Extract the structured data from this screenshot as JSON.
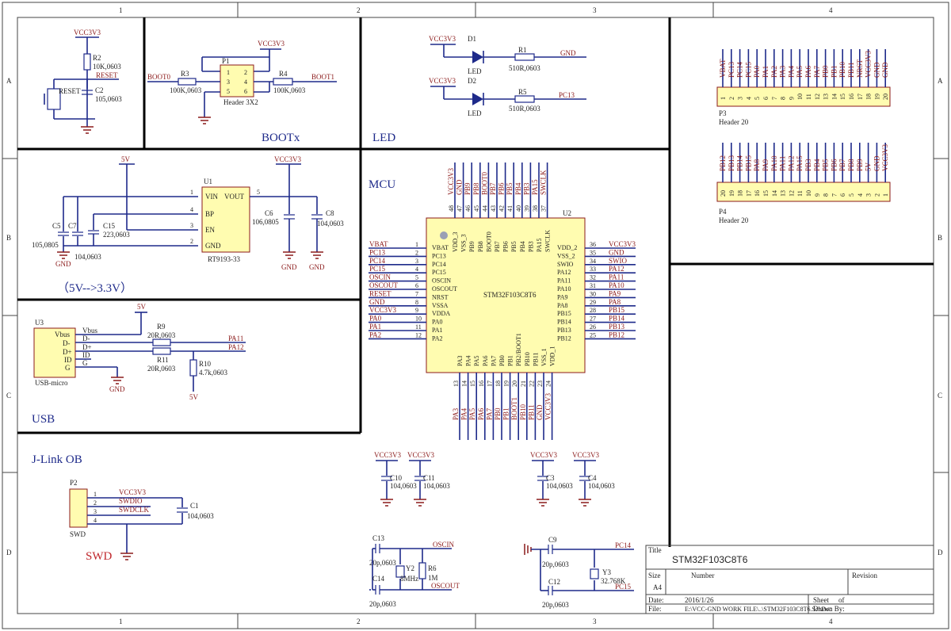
{
  "border": {
    "cols": [
      "1",
      "2",
      "3",
      "4"
    ],
    "rows": [
      "A",
      "B",
      "C",
      "D"
    ]
  },
  "sections": {
    "boot": "BOOTx",
    "led": "LED",
    "mcu": "MCU",
    "ldo": "（5V-->3.3V）",
    "usb": "USB",
    "jlink": "J-Link OB",
    "swd": "SWD"
  },
  "reset": {
    "vcc": "VCC3V3",
    "r": "R2",
    "rv": "10K,0603",
    "net": "RESET",
    "sw": "RESET",
    "c": "C2",
    "cv": "105,0603"
  },
  "boot": {
    "vcc": "VCC3V3",
    "p": "P1",
    "header": "Header 3X2",
    "pins": [
      "1",
      "2",
      "3",
      "4",
      "5",
      "6"
    ],
    "r3": "R3",
    "r3v": "100K,0603",
    "net0": "BOOT0",
    "r4": "R4",
    "r4v": "100K,0603",
    "net1": "BOOT1"
  },
  "led": {
    "vcc": "VCC3V3",
    "d1": "D1",
    "d2": "D2",
    "ledlbl": "LED",
    "r1": "R1",
    "r1v": "510R,0603",
    "gnd": "GND",
    "r5": "R5",
    "r5v": "510R,0603",
    "pc13": "PC13"
  },
  "ldo": {
    "v5": "5V",
    "vcc": "VCC3V3",
    "u": "U1",
    "part": "RT9193-33",
    "pins": [
      "VIN",
      "VOUT",
      "BP",
      "EN",
      "GND"
    ],
    "pinnums": [
      "1",
      "5",
      "4",
      "3",
      "2"
    ],
    "c5": "C5",
    "c5v": "105,0805",
    "c7": "C7",
    "c7v": "104,0603",
    "c15": "C15",
    "c15v": "223,0603",
    "c6": "C6",
    "c6v": "106,0805",
    "c8": "C8",
    "c8v": "104,0603",
    "gnd": "GND"
  },
  "usb": {
    "u": "U3",
    "part": "USB-micro",
    "pins": [
      "Vbus",
      "D-",
      "D+",
      "ID",
      "G"
    ],
    "v5": "5V",
    "r9": "R9",
    "r9v": "20R,0603",
    "r11": "R11",
    "r11v": "20R,0603",
    "r10": "R10",
    "r10v": "4.7k,0603",
    "pa11": "PA11",
    "pa12": "PA12",
    "gnd": "GND"
  },
  "swd": {
    "p": "P2",
    "part": "SWD",
    "pins": [
      "1",
      "2",
      "3",
      "4"
    ],
    "nets": [
      "VCC3V3",
      "SWDIO",
      "SWDCLK"
    ],
    "c": "C1",
    "cv": "104,0603"
  },
  "mcu": {
    "u": "U2",
    "part": "STM32F103C8T6",
    "left": [
      {
        "n": "1",
        "name": "VBAT",
        "net": "VBAT"
      },
      {
        "n": "2",
        "name": "PC13",
        "net": "PC13"
      },
      {
        "n": "3",
        "name": "PC14",
        "net": "PC14"
      },
      {
        "n": "4",
        "name": "PC15",
        "net": "PC15"
      },
      {
        "n": "5",
        "name": "OSCIN",
        "net": "OSCIN"
      },
      {
        "n": "6",
        "name": "OSCOUT",
        "net": "OSCOUT"
      },
      {
        "n": "7",
        "name": "NRST",
        "net": "RESET"
      },
      {
        "n": "8",
        "name": "VSSA",
        "net": "GND"
      },
      {
        "n": "9",
        "name": "VDDA",
        "net": "VCC3V3"
      },
      {
        "n": "10",
        "name": "PA0",
        "net": "PA0"
      },
      {
        "n": "11",
        "name": "PA1",
        "net": "PA1"
      },
      {
        "n": "12",
        "name": "PA2",
        "net": "PA2"
      }
    ],
    "right": [
      {
        "n": "36",
        "name": "VDD_2",
        "net": "VCC3V3"
      },
      {
        "n": "35",
        "name": "VSS_2",
        "net": "GND"
      },
      {
        "n": "34",
        "name": "SWIO",
        "net": "SWIO"
      },
      {
        "n": "33",
        "name": "PA12",
        "net": "PA12"
      },
      {
        "n": "32",
        "name": "PA11",
        "net": "PA11"
      },
      {
        "n": "31",
        "name": "PA10",
        "net": "PA10"
      },
      {
        "n": "30",
        "name": "PA9",
        "net": "PA9"
      },
      {
        "n": "29",
        "name": "PA8",
        "net": "PA8"
      },
      {
        "n": "28",
        "name": "PB15",
        "net": "PB15"
      },
      {
        "n": "27",
        "name": "PB14",
        "net": "PB14"
      },
      {
        "n": "26",
        "name": "PB13",
        "net": "PB13"
      },
      {
        "n": "25",
        "name": "PB12",
        "net": "PB12"
      }
    ],
    "top": [
      {
        "n": "48",
        "name": "VDD_3",
        "net": "VCC3V3"
      },
      {
        "n": "47",
        "name": "VSS_3",
        "net": "GND"
      },
      {
        "n": "46",
        "name": "PB9",
        "net": "PB9"
      },
      {
        "n": "45",
        "name": "PB8",
        "net": "PB8"
      },
      {
        "n": "44",
        "name": "BOOT0",
        "net": "BOOT0"
      },
      {
        "n": "43",
        "name": "PB7",
        "net": "PB7"
      },
      {
        "n": "42",
        "name": "PB6",
        "net": "PB6"
      },
      {
        "n": "41",
        "name": "PB5",
        "net": "PB5"
      },
      {
        "n": "40",
        "name": "PB4",
        "net": "PB4"
      },
      {
        "n": "39",
        "name": "PB3",
        "net": "PB3"
      },
      {
        "n": "38",
        "name": "PA15",
        "net": "PA15"
      },
      {
        "n": "37",
        "name": "SWCLK",
        "net": "SWCLK"
      }
    ],
    "bottom": [
      {
        "n": "13",
        "name": "PA3",
        "net": "PA3"
      },
      {
        "n": "14",
        "name": "PA4",
        "net": "PA4"
      },
      {
        "n": "15",
        "name": "PA5",
        "net": "PA5"
      },
      {
        "n": "16",
        "name": "PA6",
        "net": "PA6"
      },
      {
        "n": "17",
        "name": "PA7",
        "net": "PA7"
      },
      {
        "n": "18",
        "name": "PB0",
        "net": "PB0"
      },
      {
        "n": "19",
        "name": "PB1",
        "net": "PB1"
      },
      {
        "n": "20",
        "name": "PB2/BOOT1",
        "net": "BOOT1"
      },
      {
        "n": "21",
        "name": "PB10",
        "net": "PB10"
      },
      {
        "n": "22",
        "name": "PB11",
        "net": "PB11"
      },
      {
        "n": "23",
        "name": "VSS_1",
        "net": "GND"
      },
      {
        "n": "24",
        "name": "VDD_1",
        "net": "VCC3V3"
      }
    ]
  },
  "decoupling": [
    {
      "c": "C10",
      "v": "104,0603",
      "vcc": "VCC3V3"
    },
    {
      "c": "C11",
      "v": "104,0603",
      "vcc": "VCC3V3"
    },
    {
      "c": "C3",
      "v": "104,0603",
      "vcc": "VCC3V3"
    },
    {
      "c": "C4",
      "v": "104,0603",
      "vcc": "VCC3V3"
    }
  ],
  "hse": {
    "c13": "C13",
    "c13v": "20p,0603",
    "c14": "C14",
    "c14v": "20p,0603",
    "y": "Y2",
    "yv": "8MHz",
    "r": "R6",
    "rv": "1M",
    "oscin": "OSCIN",
    "oscout": "OSCOUT"
  },
  "lse": {
    "c9": "C9",
    "c9v": "20p,0603",
    "c12": "C12",
    "c12v": "20p,0603",
    "y": "Y3",
    "yv": "32.768K",
    "pc14": "PC14",
    "pc15": "PC15"
  },
  "headers": {
    "p3": "P3",
    "p3part": "Header 20",
    "p3nets": [
      "VBAT",
      "PC13",
      "PC14",
      "PC15",
      "PA0",
      "PA1",
      "PA2",
      "PA3",
      "PA4",
      "PA5",
      "PA6",
      "PA7",
      "PB0",
      "PB1",
      "PB10",
      "PB11",
      "NRST",
      "VCC3V3",
      "GND",
      "GND"
    ],
    "p3pins": [
      "1",
      "2",
      "3",
      "4",
      "5",
      "6",
      "7",
      "8",
      "9",
      "10",
      "11",
      "12",
      "13",
      "14",
      "15",
      "16",
      "17",
      "18",
      "19",
      "20"
    ],
    "p4": "P4",
    "p4part": "Header 20",
    "p4nets": [
      "PB12",
      "PB13",
      "PB14",
      "PB15",
      "PA8",
      "PA9",
      "PA10",
      "PA11",
      "PA12",
      "PA15",
      "PB3",
      "PB4",
      "PB5",
      "PB6",
      "PB7",
      "PB8",
      "PB9",
      "5V",
      "GND",
      "VCC3V3"
    ],
    "p4pins": [
      "20",
      "19",
      "18",
      "17",
      "16",
      "15",
      "14",
      "13",
      "12",
      "11",
      "10",
      "9",
      "8",
      "7",
      "6",
      "5",
      "4",
      "3",
      "2",
      "1"
    ]
  },
  "titleblock": {
    "title_lbl": "Title",
    "title": "STM32F103C8T6",
    "size_lbl": "Size",
    "size": "A4",
    "number_lbl": "Number",
    "revision_lbl": "Revision",
    "date_lbl": "Date:",
    "date": "2016/1/26",
    "sheet_lbl": "Sheet",
    "of_lbl": "of",
    "file_lbl": "File:",
    "file": "E:\\VCC-GND WORK FILE\\..\\STM32F103C8T6.SchDoc",
    "drawn_lbl": "Drawn By:"
  }
}
